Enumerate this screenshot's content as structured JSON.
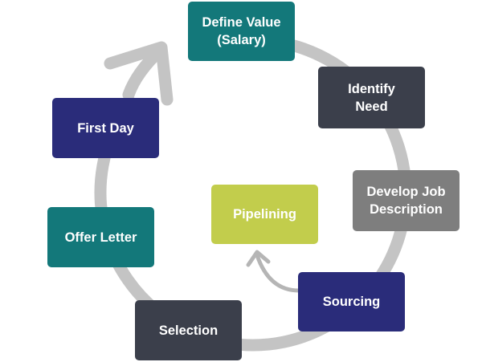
{
  "diagram": {
    "type": "cycle",
    "colors": {
      "teal": "#13787a",
      "charcoal": "#3b3f4b",
      "gray": "#7e7e7e",
      "navy": "#2a2c7a",
      "lime": "#c2cd4c",
      "ring": "#c4c4c4",
      "text_dark": "#ffffff"
    },
    "steps": [
      {
        "id": "define-value",
        "label": "Define Value\n(Salary)",
        "color": "#13787a"
      },
      {
        "id": "identify-need",
        "label": "Identify\nNeed",
        "color": "#3b3f4b"
      },
      {
        "id": "develop-job-description",
        "label": "Develop Job\nDescription",
        "color": "#7e7e7e"
      },
      {
        "id": "sourcing",
        "label": "Sourcing",
        "color": "#2a2c7a"
      },
      {
        "id": "selection",
        "label": "Selection",
        "color": "#3b3f4b"
      },
      {
        "id": "offer-letter",
        "label": "Offer Letter",
        "color": "#13787a"
      },
      {
        "id": "first-day",
        "label": "First Day",
        "color": "#2a2c7a"
      }
    ],
    "side_step": {
      "id": "pipelining",
      "label": "Pipelining",
      "color": "#c2cd4c",
      "from": "sourcing"
    }
  }
}
